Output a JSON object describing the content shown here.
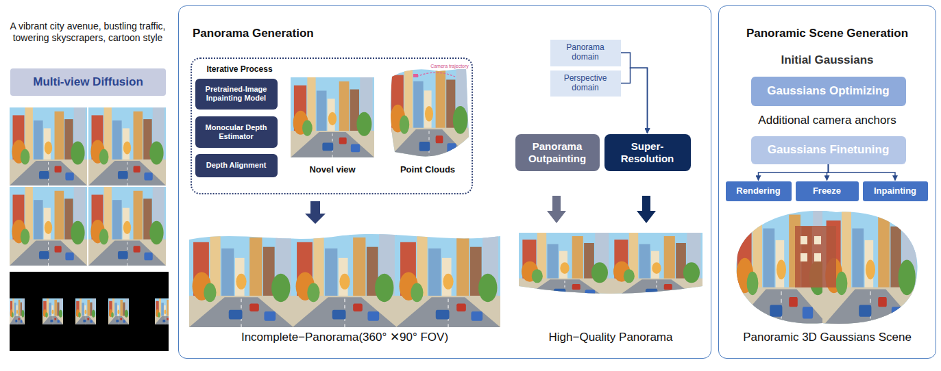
{
  "diagram": {
    "nodes": [
      {
        "text": [
          "Multi-view Diffusion"
        ]
      },
      {
        "text": [
          "Panorama Generation"
        ]
      },
      {
        "text": [
          "Iterative Process"
        ],
        "in": 1
      },
      {
        "text": [
          "Pretrained-Image Inpainting Model"
        ],
        "in": 2
      },
      {
        "text": [
          "Monocular Depth Estimator"
        ],
        "in": 2
      },
      {
        "text": [
          "Depth Alignment"
        ],
        "in": 2
      },
      {
        "text": [
          "Panorama domain"
        ],
        "in": 1
      },
      {
        "text": [
          "Perspective domain"
        ],
        "in": 1
      },
      {
        "text": [
          "Panorama Outpainting"
        ],
        "in": 1
      },
      {
        "text": [
          "Super-Resolution"
        ],
        "in": 1
      },
      {
        "text": [
          "Panoramic Scene Generation"
        ]
      },
      {
        "text": [
          "Gaussians Optimizing"
        ],
        "in": 10
      },
      {
        "text": [
          "Gaussians Finetuning"
        ],
        "in": 10
      },
      {
        "text": [
          "Rendering"
        ],
        "in": 10
      },
      {
        "text": [
          "Freeze"
        ],
        "in": 10
      },
      {
        "text": [
          "Inpainting"
        ],
        "in": 10
      }
    ],
    "edges": [
      {
        "from": 6,
        "to": 9,
        "arrow": "to"
      },
      {
        "from": 7,
        "to": 9,
        "arrow": "to"
      },
      {
        "from": 12,
        "to": 13,
        "arrow": "to"
      },
      {
        "from": 12,
        "to": 14,
        "arrow": "to"
      },
      {
        "from": 12,
        "to": 15,
        "arrow": "to"
      }
    ],
    "labels": [
      "A vibrant city avenue, bustling traffic, towering skyscrapers, cartoon style",
      "Novel view",
      "Point Clouds",
      "Camera trajectory",
      "Incomplete−Panorama(360° ✕90° FOV)",
      "High−Quality Panorama",
      "Initial Gaussians",
      "Additional camera anchors",
      "Panoramic 3D Gaussians Scene"
    ]
  }
}
